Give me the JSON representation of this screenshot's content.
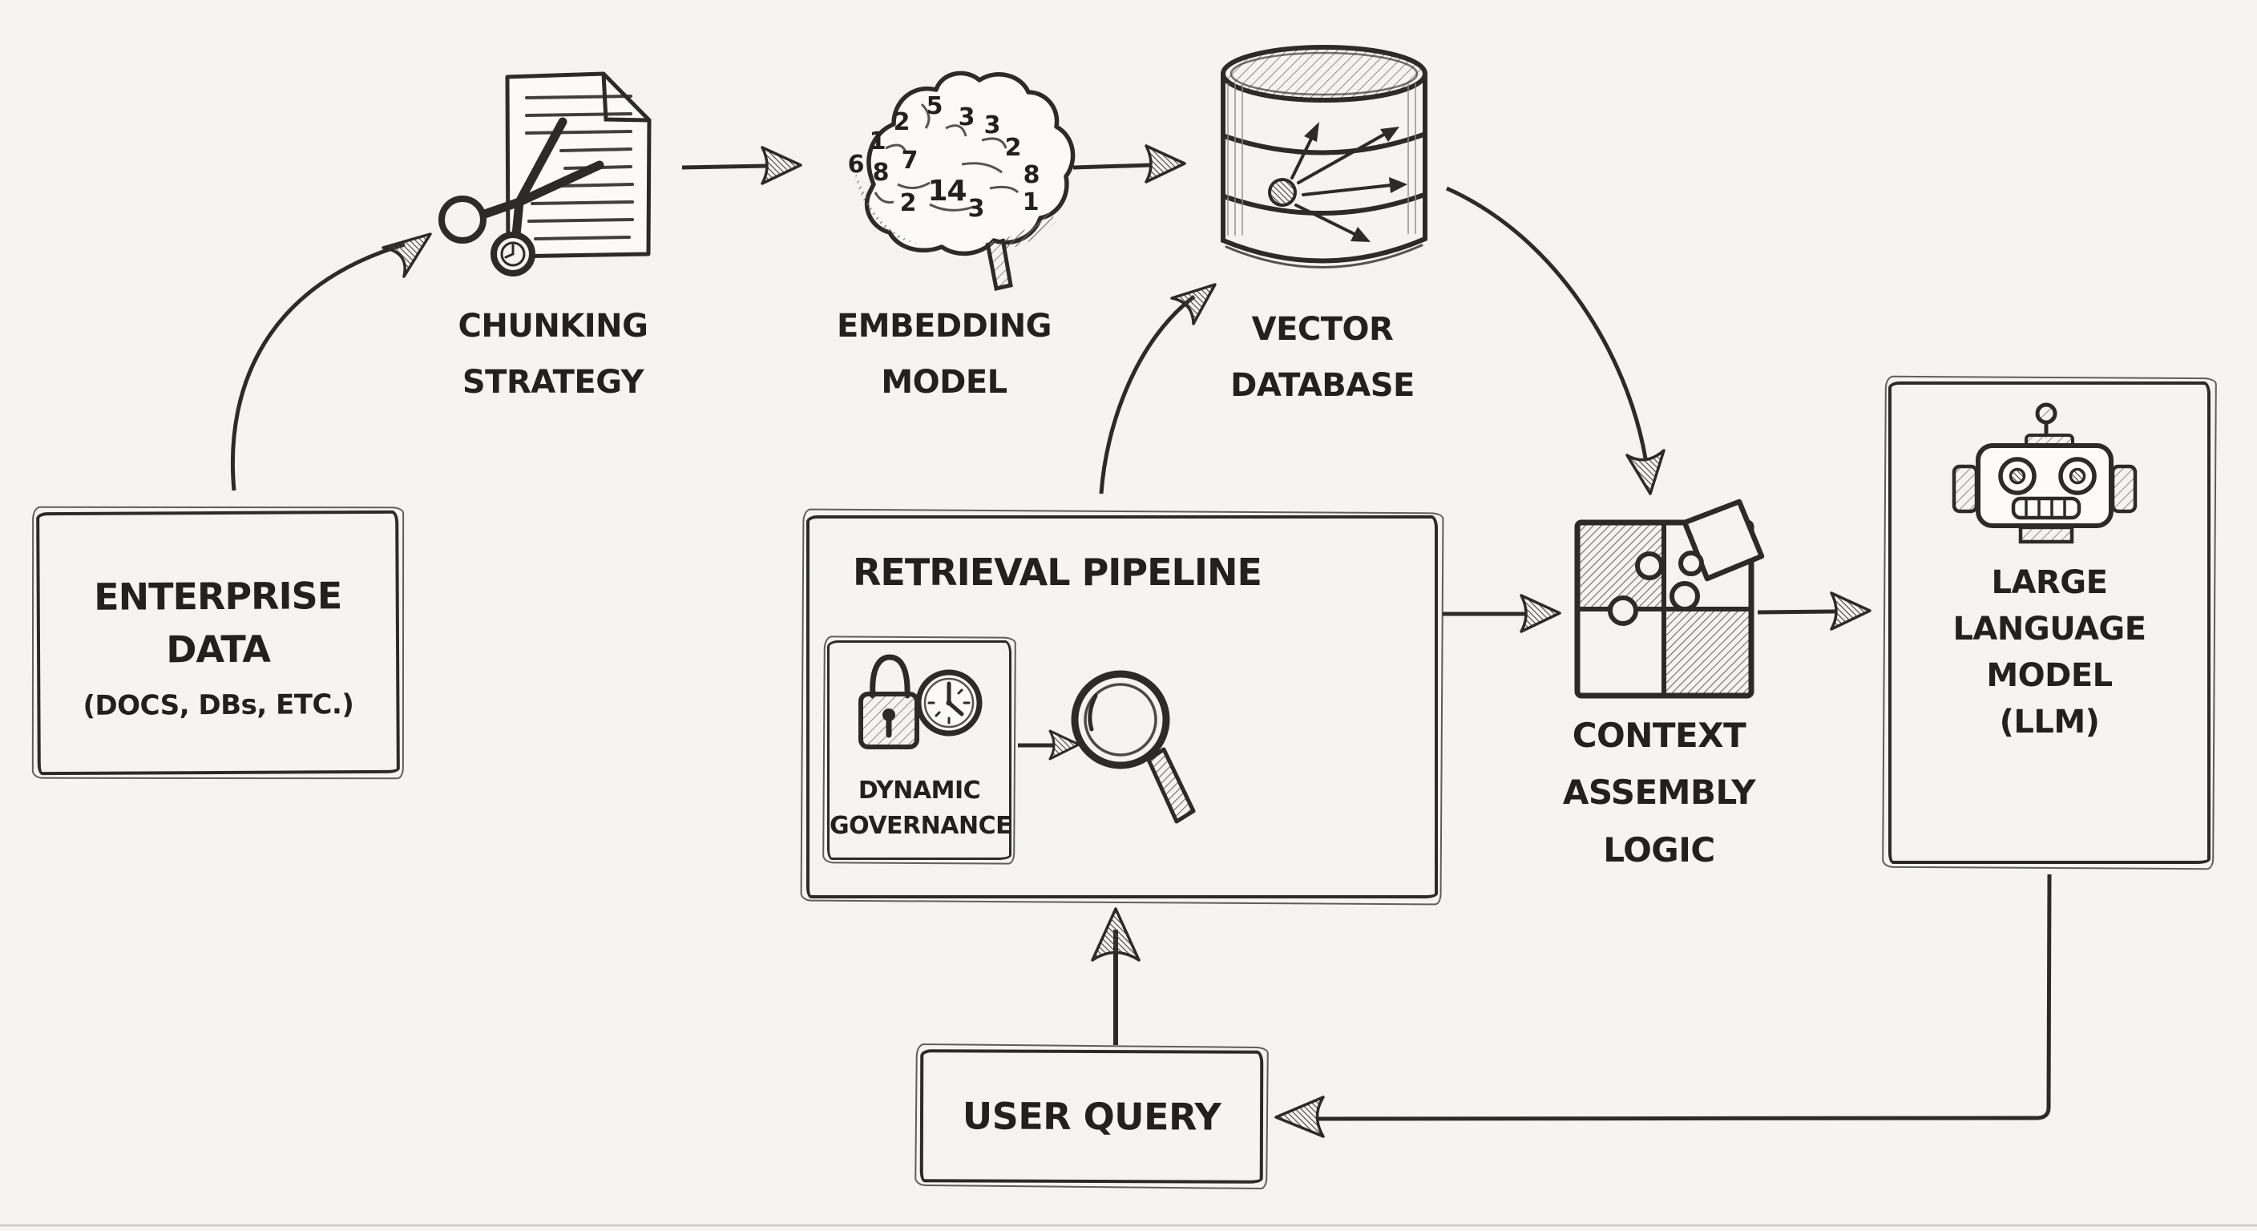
{
  "palette": {
    "paper": "#f6f4f0",
    "ink": "#2d2b28"
  },
  "boxes": {
    "enterprise_data": {
      "line1": "ENTERPRISE",
      "line2": "DATA",
      "line3": "(DOCS, DBs, ETC.)"
    },
    "retrieval_pipeline": {
      "title": "RETRIEVAL PIPELINE"
    },
    "dynamic_governance": {
      "line1": "DYNAMIC",
      "line2": "GOVERNANCE"
    },
    "llm": {
      "line1": "LARGE",
      "line2": "LANGUAGE",
      "line3": "MODEL",
      "line4": "(LLM)"
    },
    "user_query": {
      "label": "USER QUERY"
    }
  },
  "labels": {
    "chunking": {
      "line1": "CHUNKING",
      "line2": "STRATEGY"
    },
    "embedding": {
      "line1": "EMBEDDING",
      "line2": "MODEL"
    },
    "vector_db": {
      "line1": "VECTOR",
      "line2": "DATABASE"
    },
    "context_assembly": {
      "line1": "CONTEXT",
      "line2": "ASSEMBLY",
      "line3": "LOGIC"
    }
  },
  "icons": {
    "chunking": "scissors-cutting-document-icon",
    "embedding": "brain-numbers-icon",
    "vector_db": "database-cylinder-icon",
    "governance_lock": "padlock-icon",
    "governance_clock": "clock-icon",
    "retrieval_search": "magnifying-glass-icon",
    "context_assembly": "puzzle-pieces-icon",
    "llm": "robot-head-icon"
  },
  "brain_numbers": [
    "5",
    "3",
    "3",
    "2",
    "1",
    "2",
    "6",
    "8",
    "7",
    "8",
    "2",
    "1",
    "4",
    "3",
    "1"
  ]
}
